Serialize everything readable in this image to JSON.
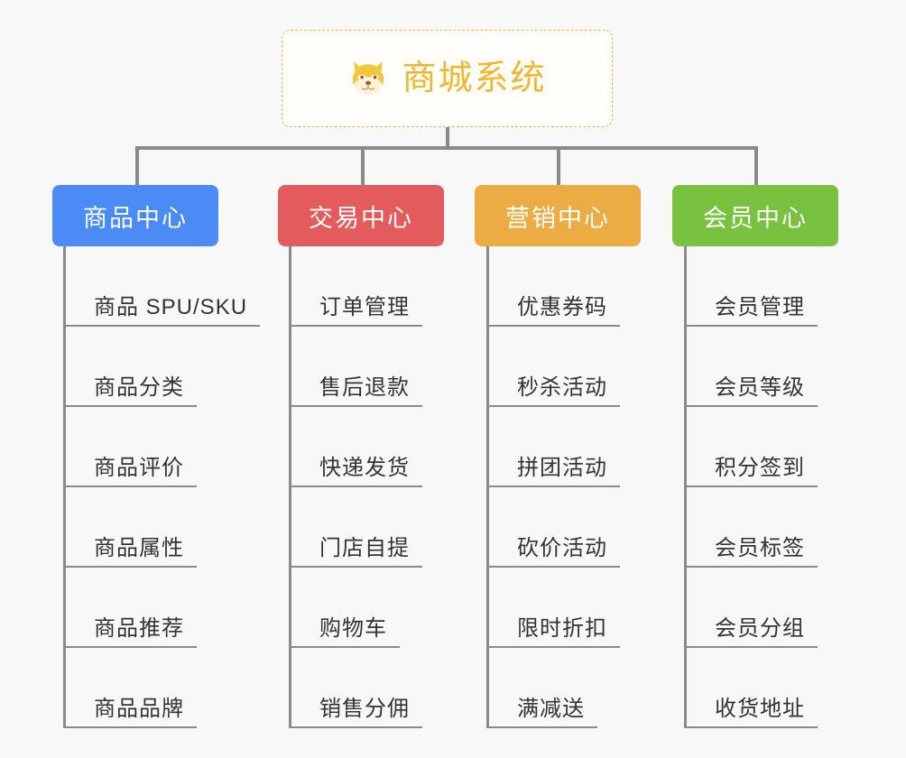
{
  "background_color": "#f8f8f8",
  "root": {
    "icon": "dog-face-icon",
    "title": "商城系统",
    "title_color": "#f0b731",
    "border_color": "#e9b45c"
  },
  "connector_color": "#8a8a8a",
  "columns": [
    {
      "id": "product-center",
      "label": "商品中心",
      "color": "#4a8bf5",
      "items": [
        "商品 SPU/SKU",
        "商品分类",
        "商品评价",
        "商品属性",
        "商品推荐",
        "商品品牌"
      ]
    },
    {
      "id": "trade-center",
      "label": "交易中心",
      "color": "#e35b5b",
      "items": [
        "订单管理",
        "售后退款",
        "快递发货",
        "门店自提",
        "购物车",
        "销售分佣"
      ]
    },
    {
      "id": "marketing-center",
      "label": "营销中心",
      "color": "#eaac43",
      "items": [
        "优惠券码",
        "秒杀活动",
        "拼团活动",
        "砍价活动",
        "限时折扣",
        "满减送"
      ]
    },
    {
      "id": "member-center",
      "label": "会员中心",
      "color": "#79c23f",
      "items": [
        "会员管理",
        "会员等级",
        "积分签到",
        "会员标签",
        "会员分组",
        "收货地址"
      ]
    }
  ]
}
